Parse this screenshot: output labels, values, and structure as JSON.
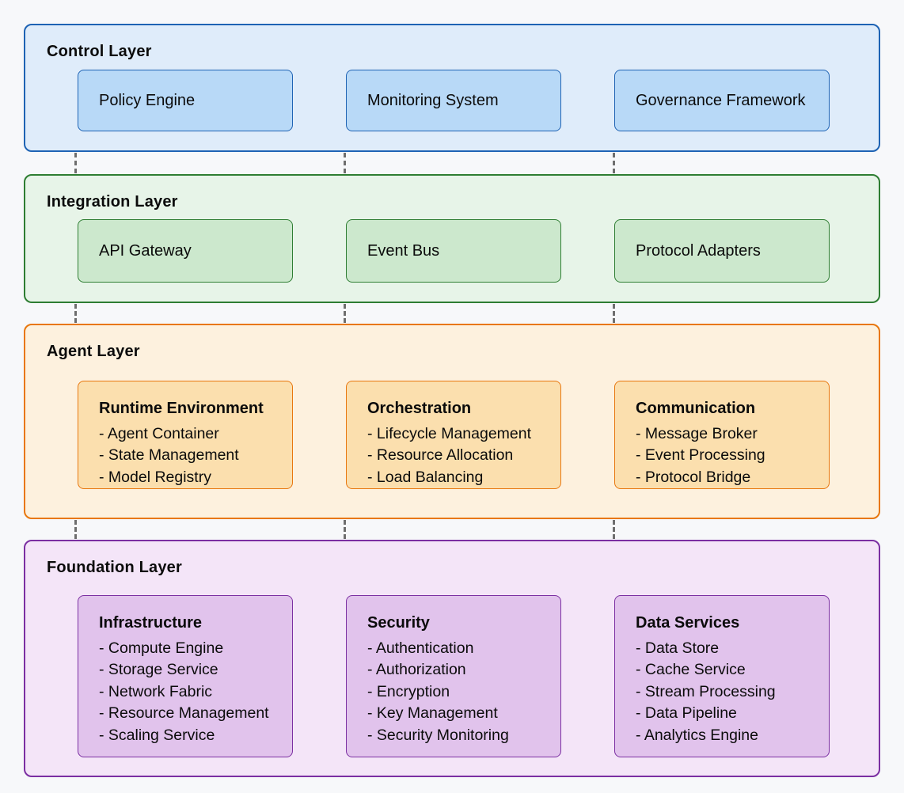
{
  "page": {
    "background": "#f7f8fa",
    "connector_color": "#6e6e6e",
    "text_color": "#0b0b0b"
  },
  "layers": [
    {
      "id": "control",
      "title": "Control Layer",
      "colors": {
        "fill": "#dfecfa",
        "border": "#1e63b4",
        "box_fill": "#b8d9f7"
      },
      "boxes": [
        {
          "title": "Policy Engine"
        },
        {
          "title": "Monitoring System"
        },
        {
          "title": "Governance Framework"
        }
      ]
    },
    {
      "id": "integration",
      "title": "Integration Layer",
      "colors": {
        "fill": "#e7f4e8",
        "border": "#2e7d32",
        "box_fill": "#cce8cd"
      },
      "boxes": [
        {
          "title": "API Gateway"
        },
        {
          "title": "Event Bus"
        },
        {
          "title": "Protocol Adapters"
        }
      ]
    },
    {
      "id": "agent",
      "title": "Agent Layer",
      "colors": {
        "fill": "#fdf1de",
        "border": "#e8770e",
        "box_fill": "#fbdfae"
      },
      "boxes": [
        {
          "title": "Runtime Environment",
          "items": [
            "- Agent Container",
            "- State Management",
            "- Model Registry"
          ]
        },
        {
          "title": "Orchestration",
          "items": [
            "- Lifecycle Management",
            "- Resource Allocation",
            "- Load Balancing"
          ]
        },
        {
          "title": "Communication",
          "items": [
            "- Message Broker",
            "- Event Processing",
            "- Protocol Bridge"
          ]
        }
      ]
    },
    {
      "id": "foundation",
      "title": "Foundation Layer",
      "colors": {
        "fill": "#f4e5f8",
        "border": "#7b2fa2",
        "box_fill": "#e1c3ec"
      },
      "boxes": [
        {
          "title": "Infrastructure",
          "items": [
            "- Compute Engine",
            "- Storage Service",
            "- Network Fabric",
            "- Resource Management",
            "- Scaling Service"
          ]
        },
        {
          "title": "Security",
          "items": [
            "- Authentication",
            "- Authorization",
            "- Encryption",
            "- Key Management",
            "- Security Monitoring"
          ]
        },
        {
          "title": "Data Services",
          "items": [
            "- Data Store",
            "- Cache Service",
            "- Stream Processing",
            "- Data Pipeline",
            "- Analytics Engine"
          ]
        }
      ]
    }
  ]
}
